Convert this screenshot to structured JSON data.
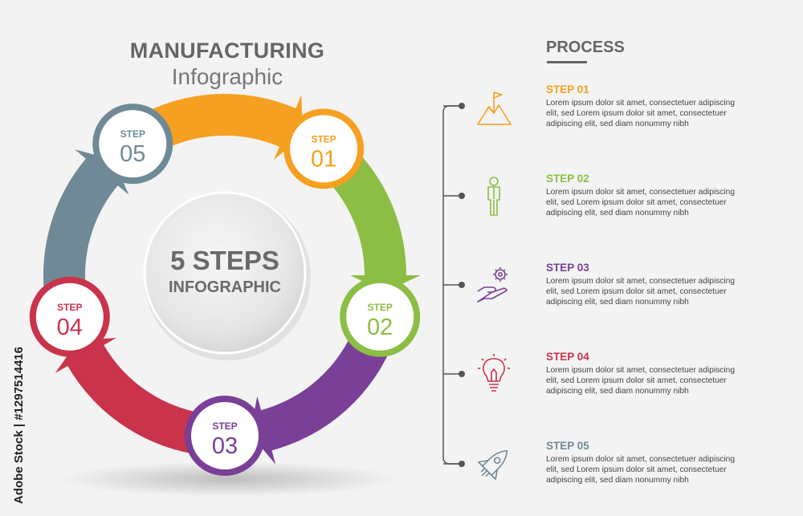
{
  "header": {
    "title": "MANUFACTURING",
    "subtitle": "Infographic"
  },
  "center": {
    "line1": "5 STEPS",
    "line2": "INFOGRAPHIC"
  },
  "process": {
    "title": "PROCESS"
  },
  "cycle": [
    {
      "label": "STEP",
      "number": "01",
      "color": "#f5a020"
    },
    {
      "label": "STEP",
      "number": "02",
      "color": "#8cbd44"
    },
    {
      "label": "STEP",
      "number": "03",
      "color": "#7a3f97"
    },
    {
      "label": "STEP",
      "number": "04",
      "color": "#c9334c"
    },
    {
      "label": "STEP",
      "number": "05",
      "color": "#6f8a96"
    }
  ],
  "steps": [
    {
      "heading": "STEP 01",
      "color": "#f5a020",
      "icon": "mountain-flag-icon",
      "text": "Lorem ipsum dolor sit amet, consectetuer adipiscing elit, sed Lorem ipsum dolor sit amet, consectetuer adipiscing elit, sed diam nonummy nibh"
    },
    {
      "heading": "STEP 02",
      "color": "#8cbd44",
      "icon": "businessman-icon",
      "text": "Lorem ipsum dolor sit amet, consectetuer adipiscing elit, sed Lorem ipsum dolor sit amet, consectetuer adipiscing elit, sed diam nonummy nibh"
    },
    {
      "heading": "STEP 03",
      "color": "#7a3f97",
      "icon": "hand-gear-icon",
      "text": "Lorem ipsum dolor sit amet, consectetuer adipiscing elit, sed Lorem ipsum dolor sit amet, consectetuer adipiscing elit, sed diam nonummy nibh"
    },
    {
      "heading": "STEP 04",
      "color": "#c9334c",
      "icon": "lightbulb-icon",
      "text": "Lorem ipsum dolor sit amet, consectetuer adipiscing elit, sed Lorem ipsum dolor sit amet, consectetuer adipiscing elit, sed diam nonummy nibh"
    },
    {
      "heading": "STEP 05",
      "color": "#6f8a96",
      "icon": "rocket-icon",
      "text": "Lorem ipsum dolor sit amet, consectetuer adipiscing elit, sed Lorem ipsum dolor sit amet, consectetuer adipiscing elit, sed diam nonummy nibh"
    }
  ],
  "watermark": "Adobe Stock | #1297514416"
}
